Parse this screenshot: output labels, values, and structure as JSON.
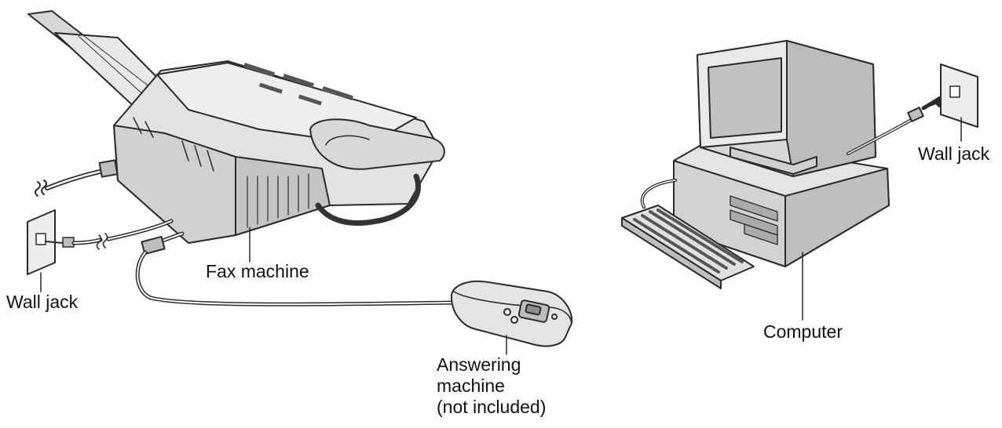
{
  "labels": {
    "fax_machine": "Fax machine",
    "wall_jack_left": "Wall jack",
    "answering_line1": "Answering",
    "answering_line2": "machine",
    "answering_line3": "(not included)",
    "computer": "Computer",
    "wall_jack_right": "Wall jack"
  },
  "colors": {
    "line": "#2a2a2a",
    "fill_light": "#e6e6e6",
    "fill_mid": "#c8c8c8",
    "fill_dark": "#9a9a9a"
  }
}
